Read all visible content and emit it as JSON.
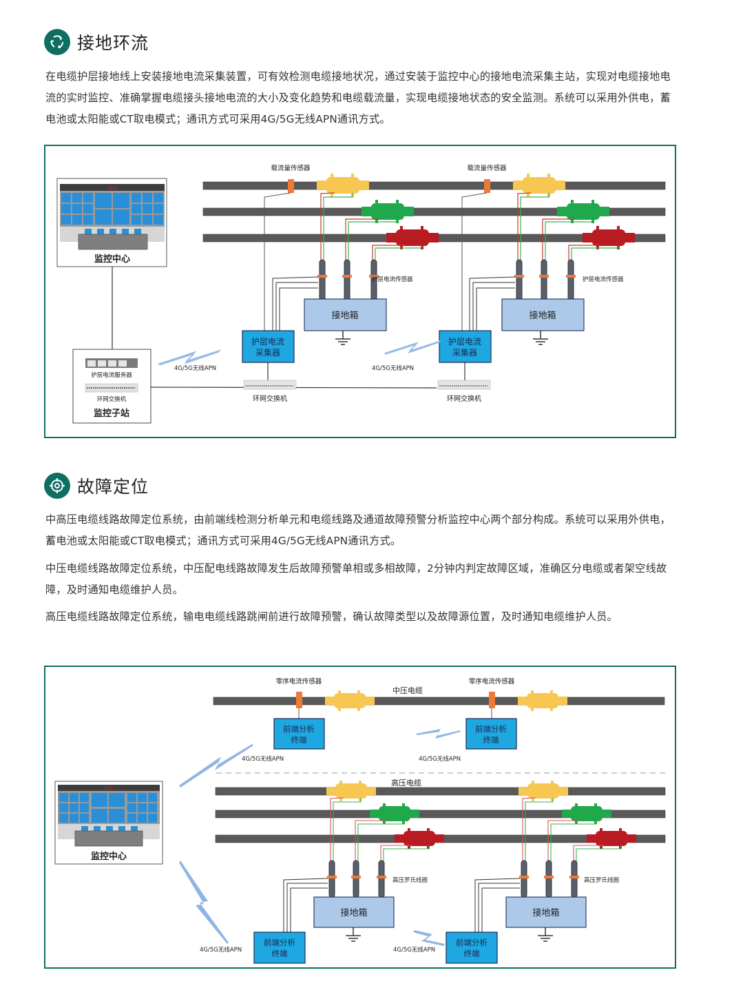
{
  "section1": {
    "icon": "recycle-arrows-icon",
    "title": "接地环流",
    "paragraph": "在电缆护层接地线上安装接地电流采集装置，可有效检测电缆接地状况，通过安装于监控中心的接地电流采集主站，实现对电缆接地电流的实时监控、准确掌握电缆接头接地电流的大小及变化趋势和电缆载流量，实现电缆接地状态的安全监测。系统可以采用外供电，蓄电池或太阳能或CT取电模式；通讯方式可采用4G/5G无线APN通讯方式。",
    "diagram": {
      "monitor_center": "监控中心",
      "led_label": "LED",
      "substation": "监控子站",
      "server": "护层电流服务器",
      "ring_switch_small": "环网交换机",
      "ampacity_sensor": "载流量传感器",
      "sheath_sensor": "护层电流传感器",
      "ground_box": "接地箱",
      "collector_line1": "护层电流",
      "collector_line2": "采集器",
      "wireless": "4G/5G无线APN",
      "ring_switch": "环网交换机"
    }
  },
  "section2": {
    "icon": "crosshair-target-icon",
    "title": "故障定位",
    "paragraphs": [
      "中高压电缆线路故障定位系统，由前端线检测分析单元和电缆线路及通道故障预警分析监控中心两个部分构成。系统可以采用外供电，蓄电池或太阳能或CT取电模式；通讯方式可采用4G/5G无线APN通讯方式。",
      "中压电缆线路故障定位系统，中压配电线路故障发生后故障预警单相或多相故障，2分钟内判定故障区域，准确区分电缆或者架空线故障，及时通知电缆维护人员。",
      "高压电缆线路故障定位系统，输电电缆线路跳闸前进行故障预警，确认故障类型以及故障源位置，及时通知电缆维护人员。"
    ],
    "diagram": {
      "monitor_center": "监控中心",
      "led_label": "LED",
      "zero_seq_sensor": "零序电流传感器",
      "mv_cable": "中压电缆",
      "hv_cable": "高压电缆",
      "terminal_line1": "前端分析",
      "terminal_line2": "终端",
      "wireless": "4G/5G无线APN",
      "rogowski": "高压罗氏线圈",
      "ground_box": "接地箱"
    }
  },
  "colors": {
    "brand": "#0e6e62",
    "cable": "#595959",
    "joint_yellow": "#f7c752",
    "joint_green": "#1fa84c",
    "joint_red": "#b81c22",
    "sensor_orange": "#ee7a35",
    "box_light": "#adc9ea",
    "box_blue": "#1ea7e1"
  }
}
